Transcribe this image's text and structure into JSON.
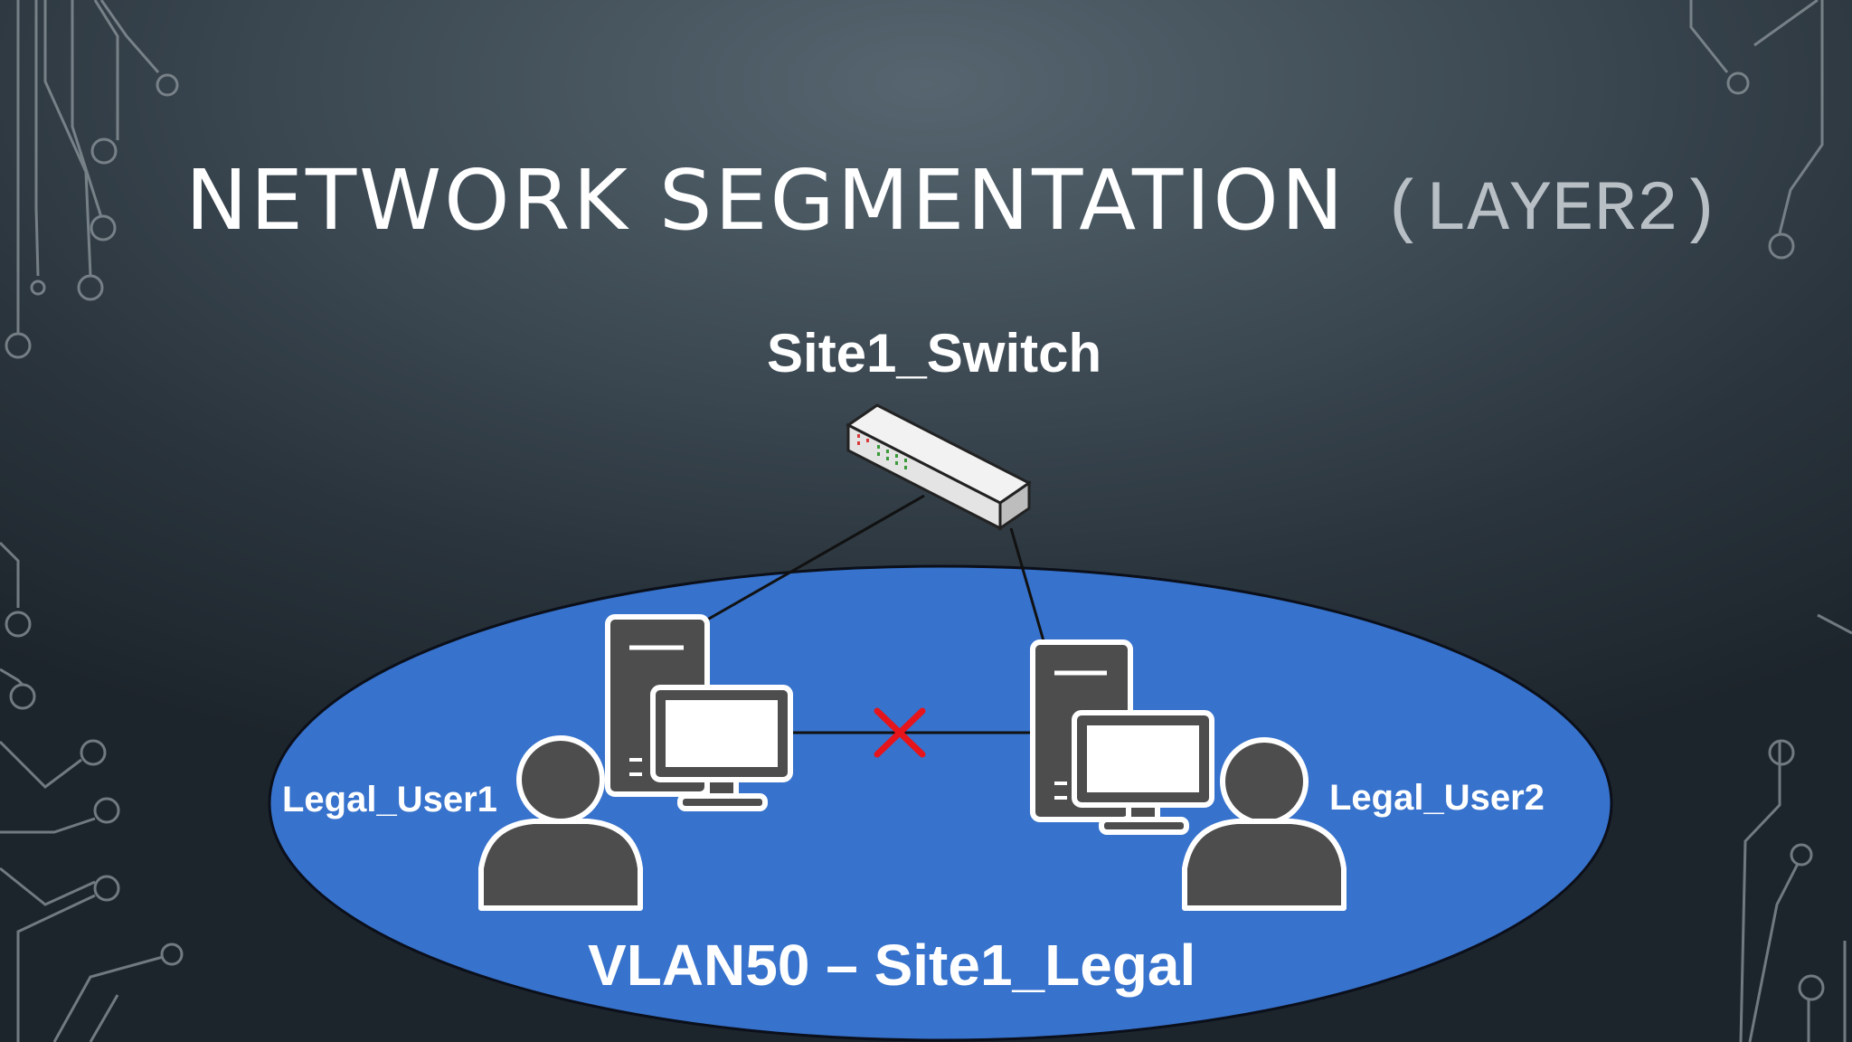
{
  "slide": {
    "title": "NETWORK SEGMENTATION",
    "subtitle": "(LAYER2)"
  },
  "diagram": {
    "switch": {
      "label": "Site1_Switch",
      "icon": "network-switch-icon"
    },
    "vlan": {
      "label": "VLAN50 – Site1_Legal",
      "fill_color": "#3772cc"
    },
    "users": [
      {
        "label": "Legal_User1",
        "icon": "user-workstation-icon"
      },
      {
        "label": "Legal_User2",
        "icon": "user-workstation-icon"
      }
    ],
    "blocked_link": {
      "icon": "red-x-icon",
      "color": "#e5151b"
    }
  },
  "colors": {
    "background": "#3a4750",
    "text": "#ffffff",
    "icon_fill": "#4d4d4d"
  }
}
